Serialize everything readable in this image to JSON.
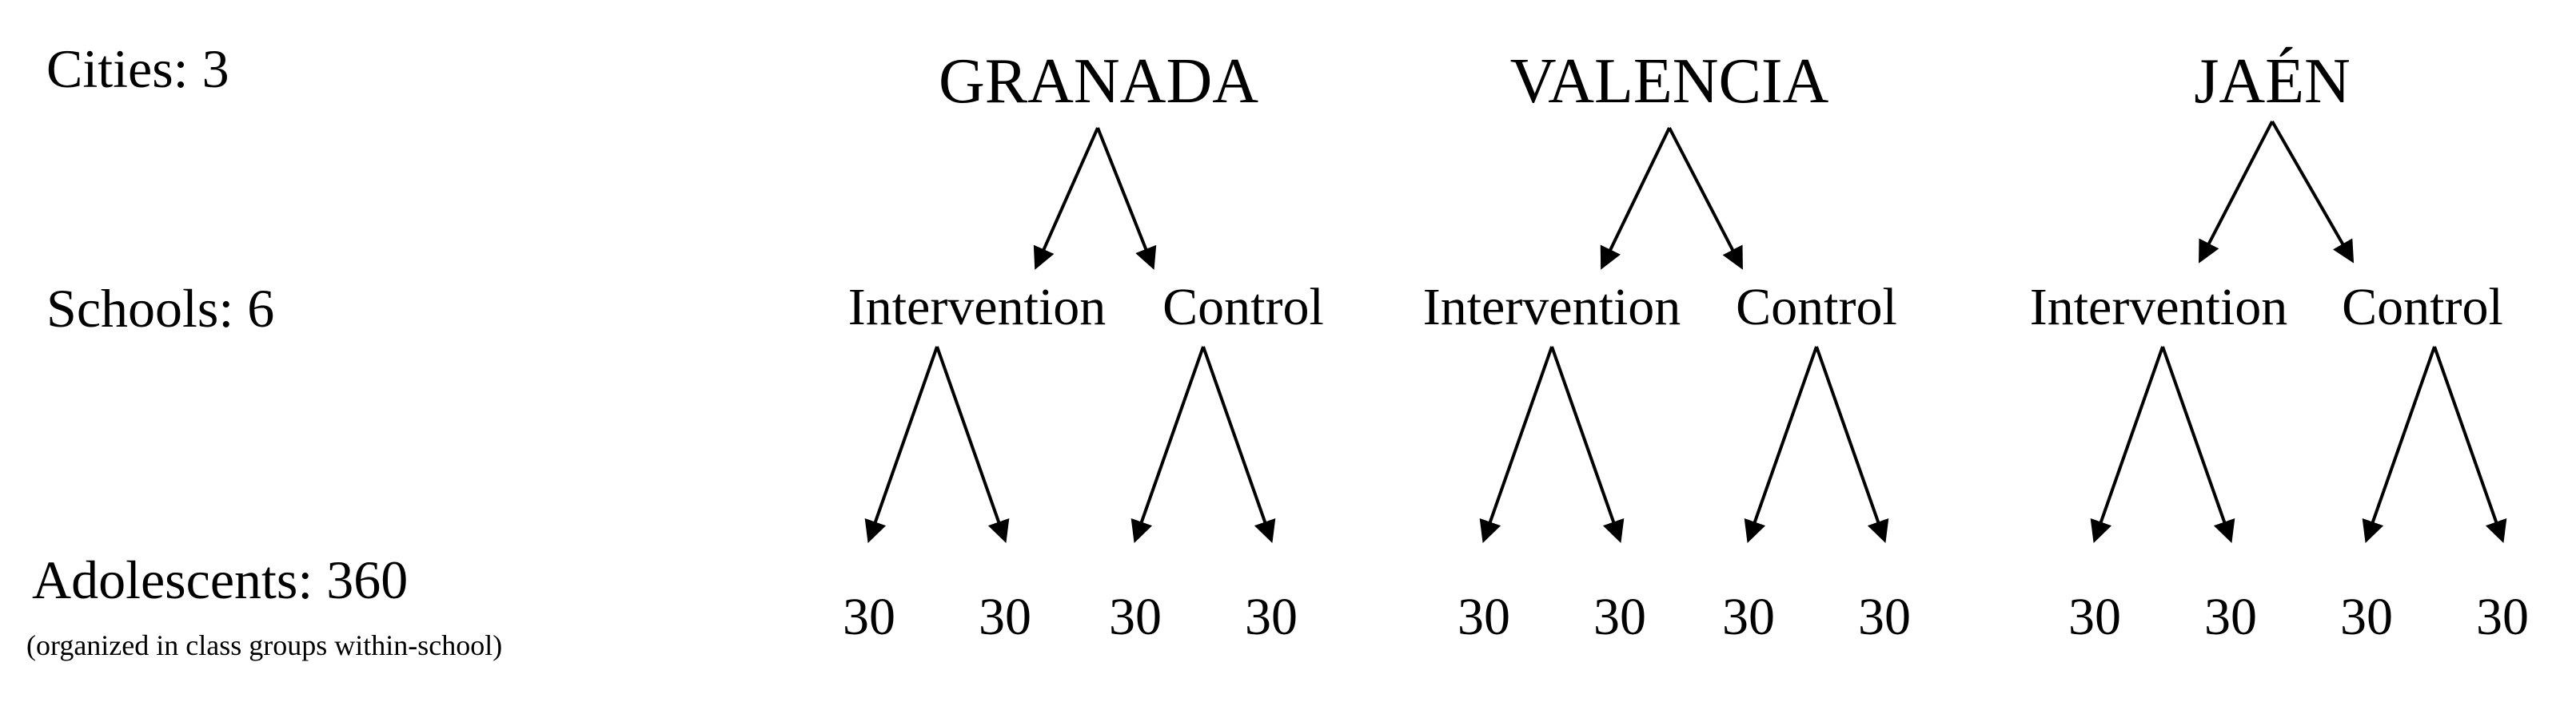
{
  "title_column": {
    "cities_label": "Cities: 3",
    "schools_label": "Schools: 6",
    "adolescents_label": "Adolescents: 360",
    "adolescents_note": "(organized in class groups within-school)"
  },
  "cities": [
    {
      "name": "GRANADA",
      "groups": [
        {
          "label": "Intervention",
          "sizes": [
            "30",
            "30"
          ]
        },
        {
          "label": "Control",
          "sizes": [
            "30",
            "30"
          ]
        }
      ]
    },
    {
      "name": "VALENCIA",
      "groups": [
        {
          "label": "Intervention",
          "sizes": [
            "30",
            "30"
          ]
        },
        {
          "label": "Control",
          "sizes": [
            "30",
            "30"
          ]
        }
      ]
    },
    {
      "name": "JAÉN",
      "groups": [
        {
          "label": "Intervention",
          "sizes": [
            "30",
            "30"
          ]
        },
        {
          "label": "Control",
          "sizes": [
            "30",
            "30"
          ]
        }
      ]
    }
  ],
  "colors": {
    "text": "#000000",
    "background": "#ffffff"
  }
}
